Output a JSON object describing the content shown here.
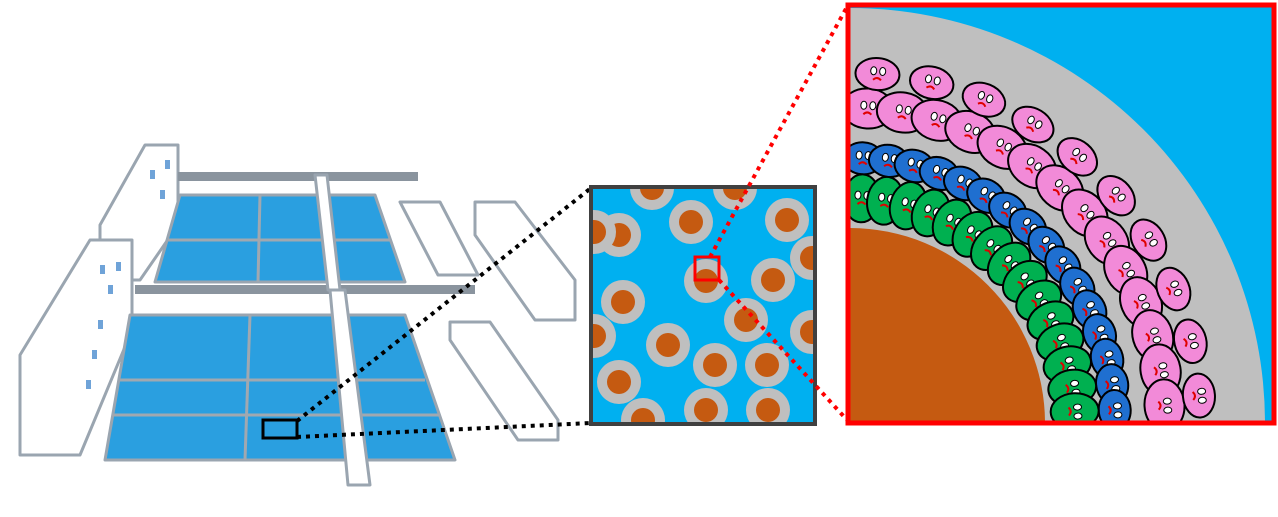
{
  "colors": {
    "water": "#00b0f0",
    "tank_water": "#2a9fe0",
    "floc_shell": "#bfbfbf",
    "floc_core": "#c55a11",
    "zoom_box_border": "#404040",
    "detail_border": "#ff0000",
    "bacteria_green": "#00b050",
    "bacteria_blue": "#1f6fd0",
    "bacteria_pink": "#f28ad8"
  },
  "diagram": {
    "levels": [
      "treatment-plant",
      "activated-sludge-flocs",
      "floc-bacteria-detail"
    ]
  }
}
